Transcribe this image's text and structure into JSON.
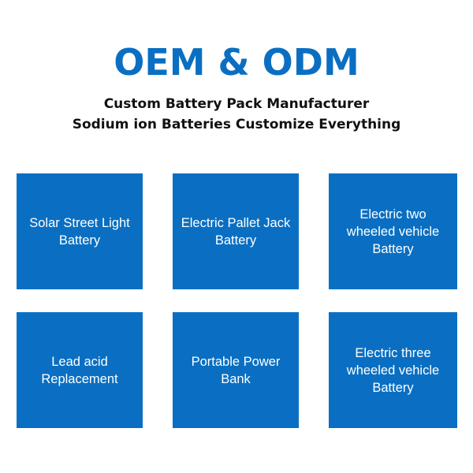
{
  "title": "OEM & ODM",
  "subtitle1": "Custom Battery Pack Manufacturer",
  "subtitle2": "Sodium ion Batteries Customize Everything",
  "cards": [
    {
      "label": "Solar Street Light Battery"
    },
    {
      "label": "Electric Pallet Jack Battery"
    },
    {
      "label": "Electric two wheeled vehicle Battery"
    },
    {
      "label": "Lead acid Replacement"
    },
    {
      "label": "Portable Power Bank"
    },
    {
      "label": "Electric three wheeled vehicle Battery"
    }
  ],
  "colors": {
    "accent": "#0a6fc2"
  }
}
